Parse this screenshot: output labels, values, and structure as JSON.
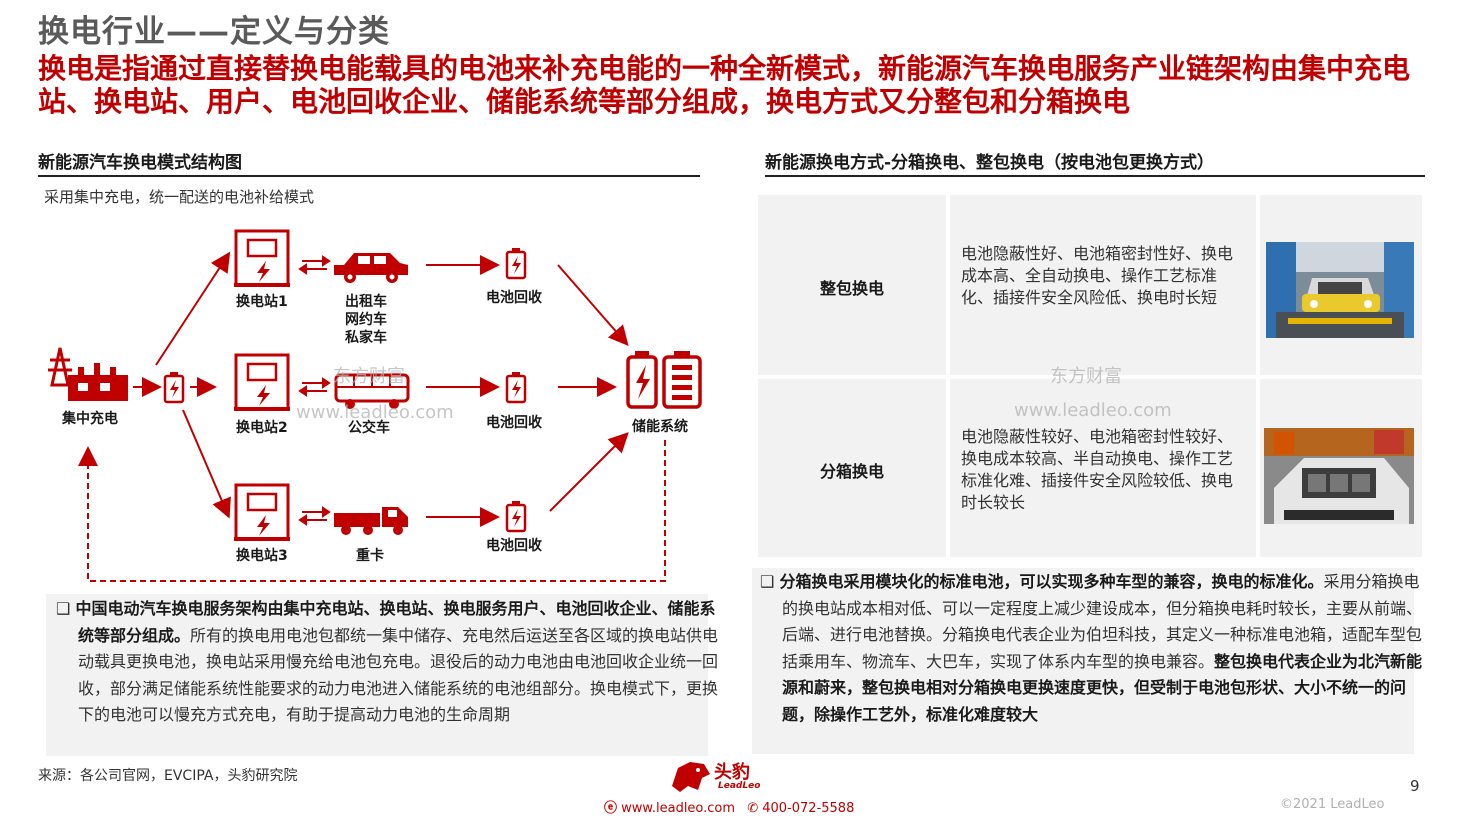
{
  "header": {
    "title": "换电行业——定义与分类",
    "subtitle": "换电是指通过直接替换电能载具的电池来补充电能的一种全新模式，新能源汽车换电服务产业链架构由集中充电站、换电站、用户、电池回收企业、储能系统等部分组成，换电方式又分整包和分箱换电"
  },
  "left": {
    "heading": "新能源汽车换电模式结构图",
    "caption": "采用集中充电，统一配送的电池补给模式",
    "diagram": {
      "source": "集中充电",
      "stations": [
        "换电站1",
        "换电站2",
        "换电站3"
      ],
      "vehicles": [
        "出租车\n网约车\n私家车",
        "公交车",
        "重卡"
      ],
      "recycle": [
        "电池回收",
        "电池回收",
        "电池回收"
      ],
      "storage": "储能系统"
    },
    "note_bold": "中国电动汽车换电服务架构由集中充电站、换电站、换电服务用户、电池回收企业、储能系统等部分组成。",
    "note_rest": "所有的换电用电池包都统一集中储存、充电然后运送至各区域的换电站供电动载具更换电池，换电站采用慢充给电池包充电。退役后的动力电池由电池回收企业统一回收，部分满足储能系统性能要求的动力电池进入储能系统的电池组部分。换电模式下，更换下的电池可以慢充方式充电，有助于提高动力电池的生命周期"
  },
  "right": {
    "heading": "新能源换电方式-分箱换电、整包换电（按电池包更换方式）",
    "rows": [
      {
        "name": "整包换电",
        "desc": "电池隐蔽性好、电池箱密封性好、换电成本高、全自动换电、操作工艺标准化、插接件安全风险低、换电时长短"
      },
      {
        "name": "分箱换电",
        "desc": "电池隐蔽性较好、电池箱密封性较好、换电成本较高、半自动换电、操作工艺标准化难、插接件安全风险较低、换电时长较长"
      }
    ],
    "note_bold1": "分箱换电采用模块化的标准电池，可以实现多种车型的兼容，换电的标准化。",
    "note_mid": "采用分箱换电的换电站成本相对低、可以一定程度上减少建设成本，但分箱换电耗时较长，主要从前端、后端、进行电池替换。分箱换电代表企业为伯坦科技，其定义一种标准电池箱，适配车型包括乘用车、物流车、大巴车，实现了体系内车型的换电兼容。",
    "note_bold2": "整包换电代表企业为北汽新能源和蔚来，整包换电相对分箱换电更换速度更快，但受制于电池包形状、大小不统一的问题，除操作工艺外，标准化难度较大"
  },
  "watermarks": {
    "cn": "东方财富",
    "url": "www.leadleo.com"
  },
  "footer": {
    "source": "来源：各公司官网，EVCIPA，头豹研究院",
    "logo_cn": "头豹",
    "logo_en": "LeadLeo",
    "website": "www.leadleo.com",
    "phone": "400-072-5588",
    "copyright": "©2021 LeadLeo",
    "page": "9"
  },
  "colors": {
    "accent": "#c00000",
    "panel": "#f2f2f2"
  }
}
